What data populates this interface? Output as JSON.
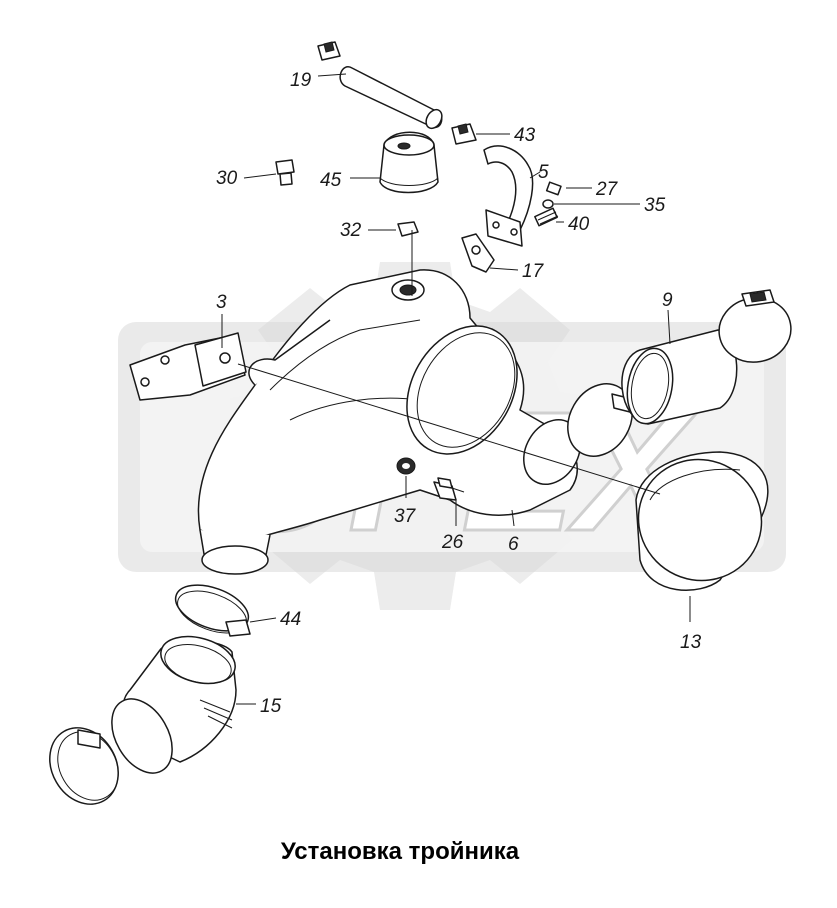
{
  "caption": "Установка тройника",
  "watermark": {
    "text": "OPEX",
    "color": "#d9d9d9"
  },
  "callouts": [
    {
      "id": "19",
      "label": "19"
    },
    {
      "id": "43",
      "label": "43"
    },
    {
      "id": "5",
      "label": "5"
    },
    {
      "id": "27",
      "label": "27"
    },
    {
      "id": "35",
      "label": "35"
    },
    {
      "id": "40",
      "label": "40"
    },
    {
      "id": "30",
      "label": "30"
    },
    {
      "id": "45",
      "label": "45"
    },
    {
      "id": "32",
      "label": "32"
    },
    {
      "id": "17",
      "label": "17"
    },
    {
      "id": "3",
      "label": "3"
    },
    {
      "id": "9",
      "label": "9"
    },
    {
      "id": "37",
      "label": "37"
    },
    {
      "id": "26",
      "label": "26"
    },
    {
      "id": "6",
      "label": "6"
    },
    {
      "id": "13",
      "label": "13"
    },
    {
      "id": "44",
      "label": "44"
    },
    {
      "id": "15",
      "label": "15"
    }
  ]
}
